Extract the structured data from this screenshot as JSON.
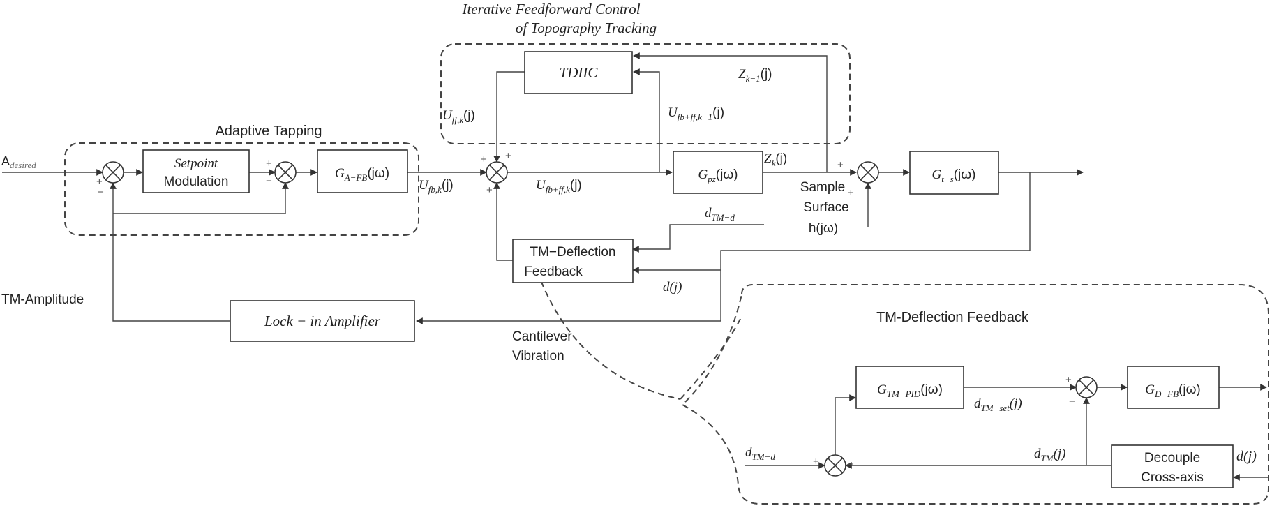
{
  "groups": {
    "adaptive_tapping": "Adaptive Tapping",
    "iff_title_1": "Iterative Feedforward Control",
    "iff_title_2": "of Topography Tracking",
    "tmdf_title": "TM-Deflection Feedback"
  },
  "blocks": {
    "setpoint_1": "Setpoint",
    "setpoint_2": "Modulation",
    "gafb_main": "G",
    "gafb_sub": "A−FB",
    "gafb_arg": "(jω)",
    "tdiic": "TDIIC",
    "gpz_main": "G",
    "gpz_sub": "pz",
    "gpz_arg": "(jω)",
    "gts_main": "G",
    "gts_sub": "t−s",
    "gts_arg": "(jω)",
    "tmdf_1": "TM−Deflection",
    "tmdf_2": "Feedback",
    "lockin": "Lock − in Amplifier",
    "gtmpid_main": "G",
    "gtmpid_sub": "TM−PID",
    "gtmpid_arg": "(jω)",
    "gdfb_main": "G",
    "gdfb_sub": "D−FB",
    "gdfb_arg": "(jω)",
    "decouple_1": "Decouple",
    "decouple_2": "Cross-axis"
  },
  "signals": {
    "a_main": "A",
    "a_sub": "desired",
    "ufbk_main": "U",
    "ufbk_sub": "fb,k",
    "ufbk_arg": "(j)",
    "uffk_main": "U",
    "uffk_sub": "ff,k",
    "uffk_arg": "(j)",
    "ufbffk_main": "U",
    "ufbffk_sub": "fb+ff,k",
    "ufbffk_arg": "(j)",
    "ufbffk1_main": "U",
    "ufbffk1_sub": "fb+ff,k−1",
    "ufbffk1_arg": "(j)",
    "zk1_main": "Z",
    "zk1_sub": "k−1",
    "zk1_arg": "(j)",
    "zk_main": "Z",
    "zk_sub": "k",
    "zk_arg": "(j)",
    "sample_1": "Sample",
    "sample_2": "Surface",
    "sample_3": "h(jω)",
    "dtmd_main": "d",
    "dtmd_sub": "TM−d",
    "dj": "d(j)",
    "tm_amplitude": "TM-Amplitude",
    "cantilever_1": "Cantilever",
    "cantilever_2": "Vibration",
    "dtmset_main": "d",
    "dtmset_sub": "TM−set",
    "dtmset_arg": "(j)",
    "dtm2_main": "d",
    "dtm2_sub": "TM−d",
    "dtm_main": "d",
    "dtm_sub": "TM",
    "dtm_arg": "(j)",
    "dj2": "d(j)"
  },
  "signs": {
    "plus": "+",
    "minus": "−"
  }
}
